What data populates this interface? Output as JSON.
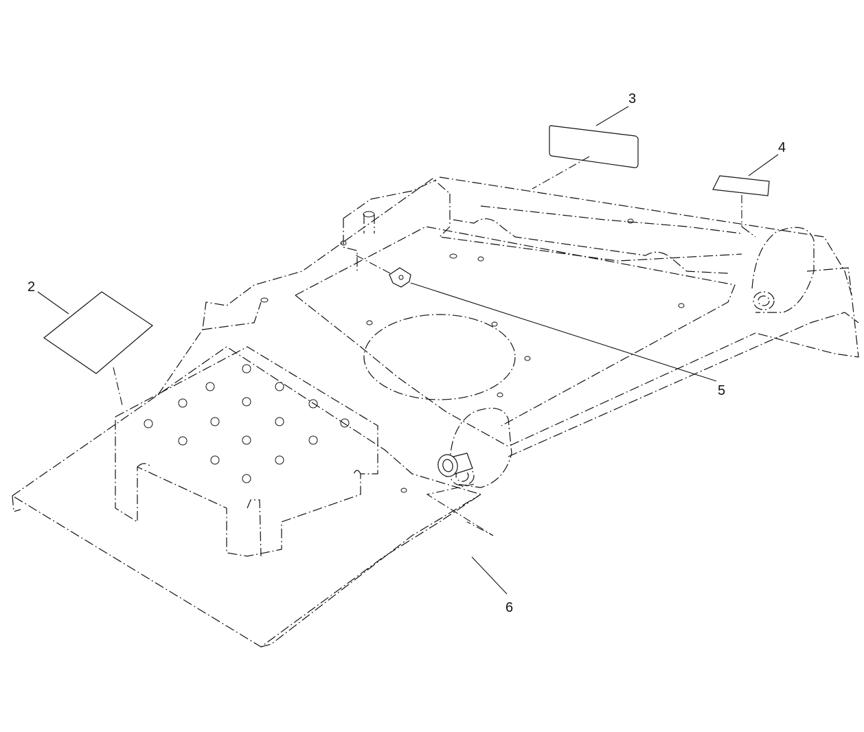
{
  "callouts": [
    {
      "id": "2",
      "label": "2",
      "part": "decal-square"
    },
    {
      "id": "3",
      "label": "3",
      "part": "decal-rect-large"
    },
    {
      "id": "4",
      "label": "4",
      "part": "decal-rect-small"
    },
    {
      "id": "5",
      "label": "5",
      "part": "clip-nut"
    },
    {
      "id": "6",
      "label": "6",
      "part": "flange-bushing"
    }
  ]
}
